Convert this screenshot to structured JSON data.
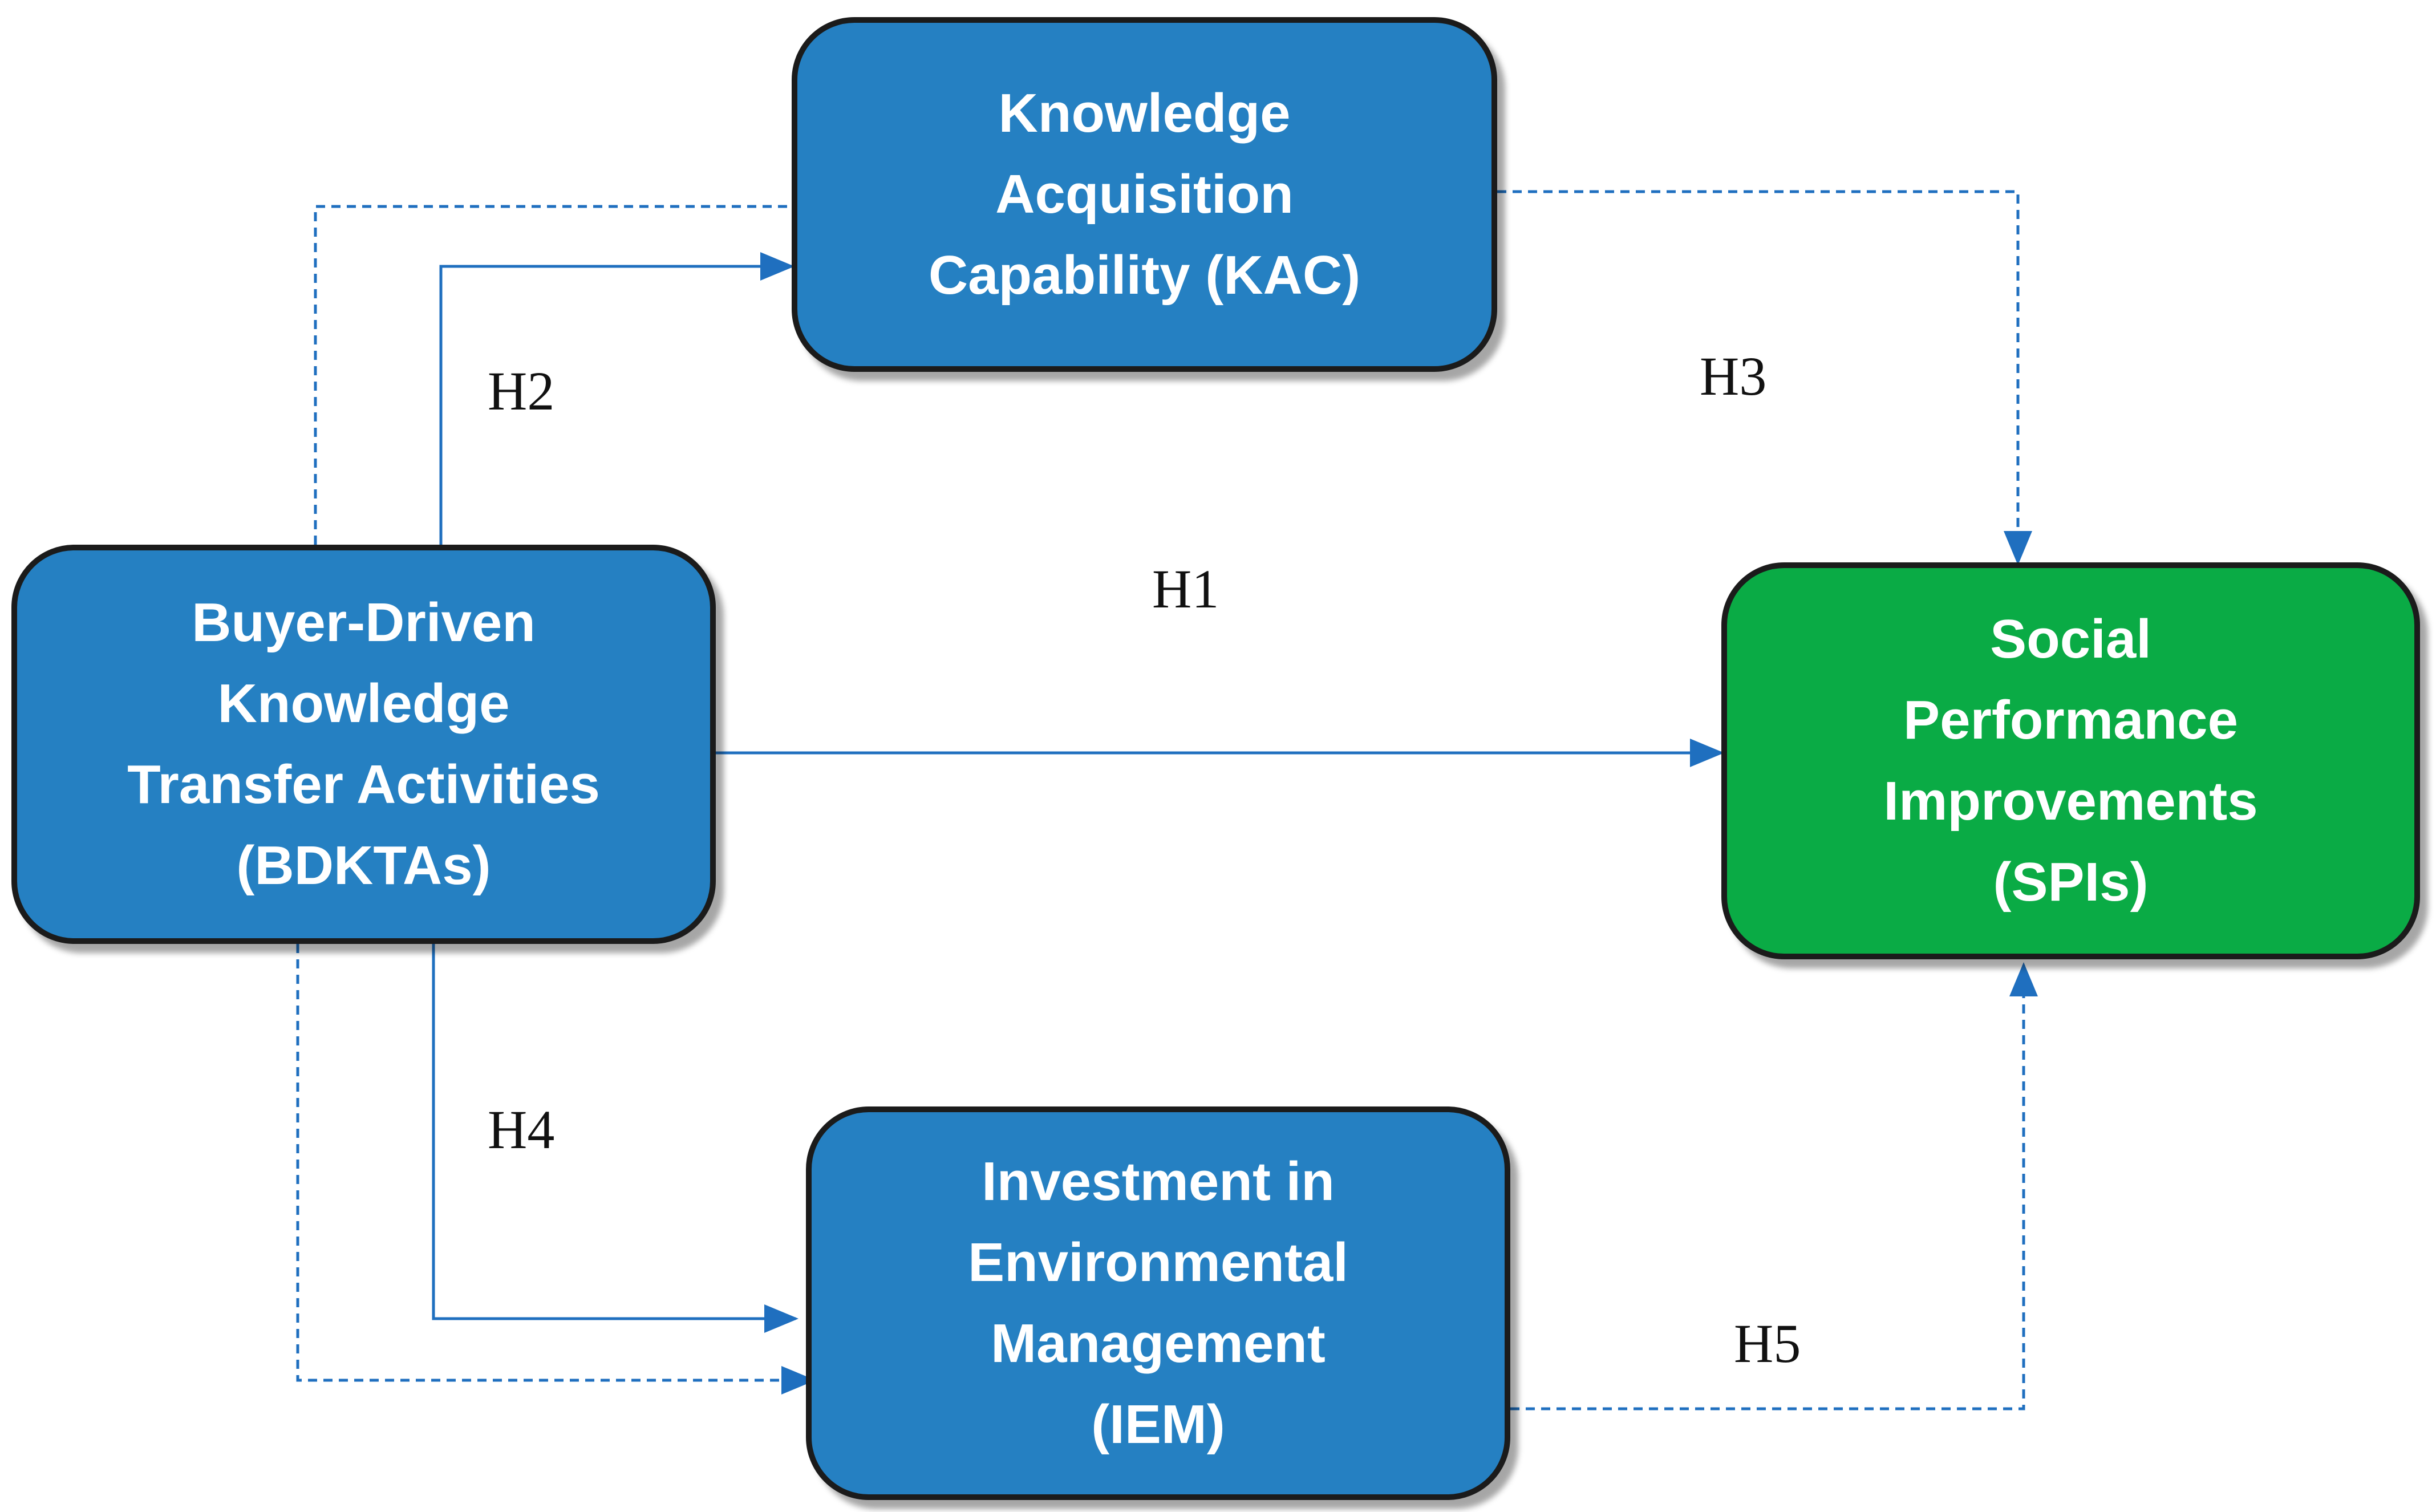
{
  "colors": {
    "box_blue": "#2580c2",
    "box_green": "#0aab45",
    "arrow": "#1f6fbf",
    "border": "#1b1b1b",
    "text": "#ffffff"
  },
  "nodes": {
    "bdktas": {
      "lines": [
        "Buyer-Driven",
        "Knowledge",
        "Transfer Activities",
        "(BDKTAs)"
      ]
    },
    "kac": {
      "lines": [
        "Knowledge",
        "Acquisition",
        "Capability (KAC)"
      ]
    },
    "iem": {
      "lines": [
        "Investment in",
        "Environmental",
        "Management",
        "(IEM)"
      ]
    },
    "spis": {
      "lines": [
        "Social",
        "Performance",
        "Improvements",
        "(SPIs)"
      ]
    }
  },
  "hypotheses": {
    "h1": "H1",
    "h2": "H2",
    "h3": "H3",
    "h4": "H4",
    "h5": "H5"
  },
  "edges": [
    {
      "id": "h1",
      "from": "bdktas",
      "to": "spis",
      "style": "solid"
    },
    {
      "id": "h2",
      "from": "bdktas",
      "to": "kac",
      "style": "solid"
    },
    {
      "id": "h3",
      "from": "kac",
      "to": "spis",
      "style": "dashed"
    },
    {
      "id": "h4",
      "from": "bdktas",
      "to": "iem",
      "style": "solid"
    },
    {
      "id": "h5",
      "from": "iem",
      "to": "spis",
      "style": "dashed"
    },
    {
      "id": "mediation-kac",
      "from": "bdktas",
      "to": "kac",
      "style": "dashed"
    },
    {
      "id": "mediation-iem",
      "from": "bdktas",
      "to": "iem",
      "style": "dashed"
    }
  ]
}
